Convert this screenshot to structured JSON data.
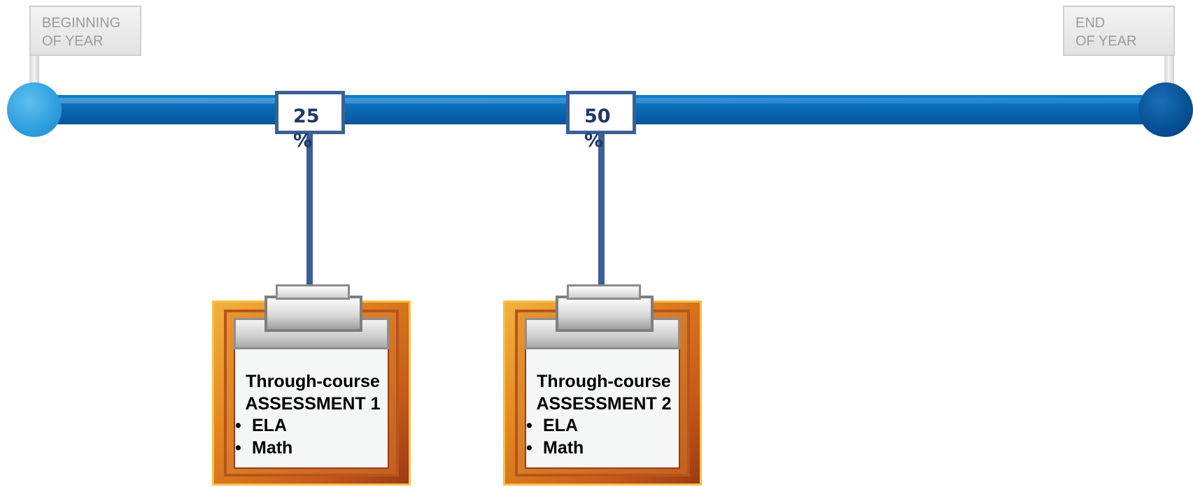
{
  "timeline": {
    "start_label": [
      "BEGINNING",
      "OF YEAR"
    ],
    "end_label": [
      "END",
      "OF YEAR"
    ],
    "colors": {
      "bar": "#0a6cb6",
      "start_dot": "#2e9ede",
      "end_dot": "#054f93",
      "marker": "#3b5f96"
    }
  },
  "markers": [
    {
      "value": "25",
      "sign": "%"
    },
    {
      "value": "50",
      "sign": "%"
    }
  ],
  "assessments": [
    {
      "title_line1": "Through-course",
      "title_line2": "ASSESSMENT 1",
      "items": [
        "ELA",
        "Math"
      ]
    },
    {
      "title_line1": "Through-course",
      "title_line2": "ASSESSMENT 2",
      "items": [
        "ELA",
        "Math"
      ]
    }
  ]
}
